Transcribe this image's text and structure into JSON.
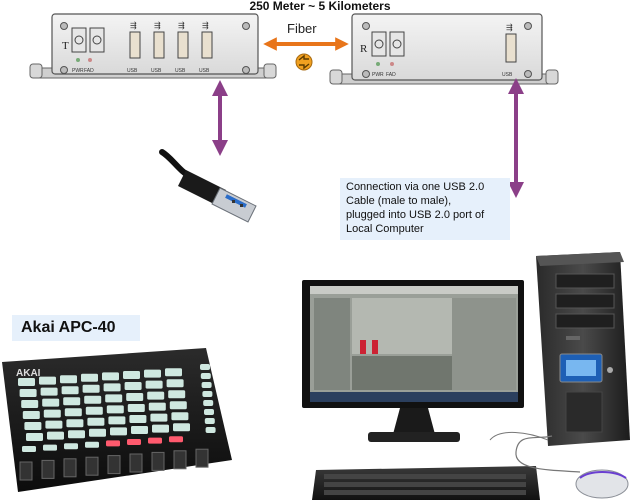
{
  "title": "250 Meter ~ 5 Kilometers",
  "fiber_label": "Fiber",
  "callout": {
    "lines": [
      "Connection via one USB 2.0",
      "Cable (male to male),",
      "plugged into USB 2.0 port of",
      "Local Computer"
    ]
  },
  "device_label": "Akai APC-40",
  "transmitter": {
    "letter": "T",
    "led_labels": [
      "PWR",
      "FAD"
    ],
    "port_labels": [
      "USB",
      "USB",
      "USB",
      "USB"
    ]
  },
  "receiver": {
    "letter": "R",
    "led_labels": [
      "PWR",
      "FAD"
    ],
    "port_label": "USB"
  },
  "colors": {
    "arrow_purple": "#8b3f88",
    "arrow_orange": "#e8751a",
    "callout_bg": "#e6f0fb",
    "fiber_icon": "#f0a020"
  }
}
